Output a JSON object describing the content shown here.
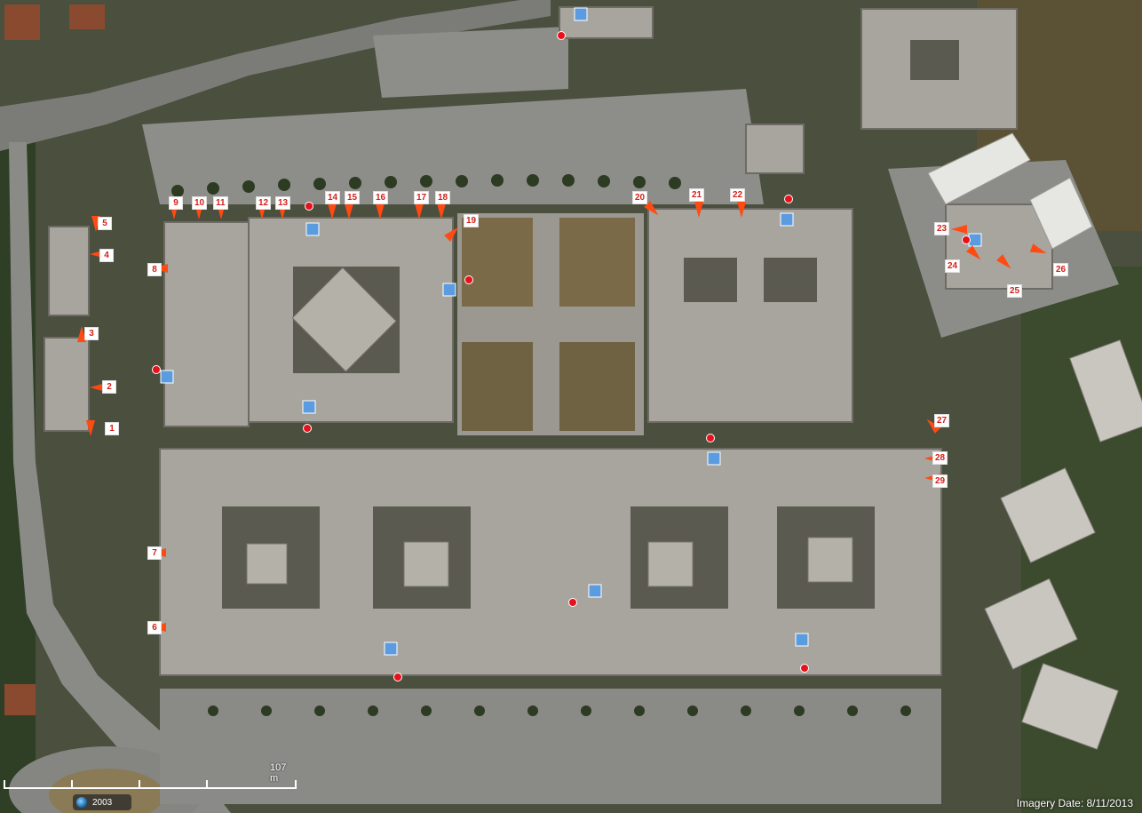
{
  "markers": [
    "1",
    "2",
    "3",
    "4",
    "5",
    "6",
    "7",
    "8",
    "9",
    "10",
    "11",
    "12",
    "13",
    "14",
    "15",
    "16",
    "17",
    "18",
    "19",
    "20",
    "21",
    "22",
    "23",
    "24",
    "25",
    "26",
    "27",
    "28",
    "29"
  ],
  "scale": {
    "label": "107 m"
  },
  "history": {
    "year": "2003"
  },
  "imagery": {
    "date_label": "Imagery Date: 8/11/2013"
  },
  "colors": {
    "marker": "#ff4a12",
    "label_text": "#d4201b",
    "dot": "#e8101a",
    "square": "#5b9ce0"
  }
}
